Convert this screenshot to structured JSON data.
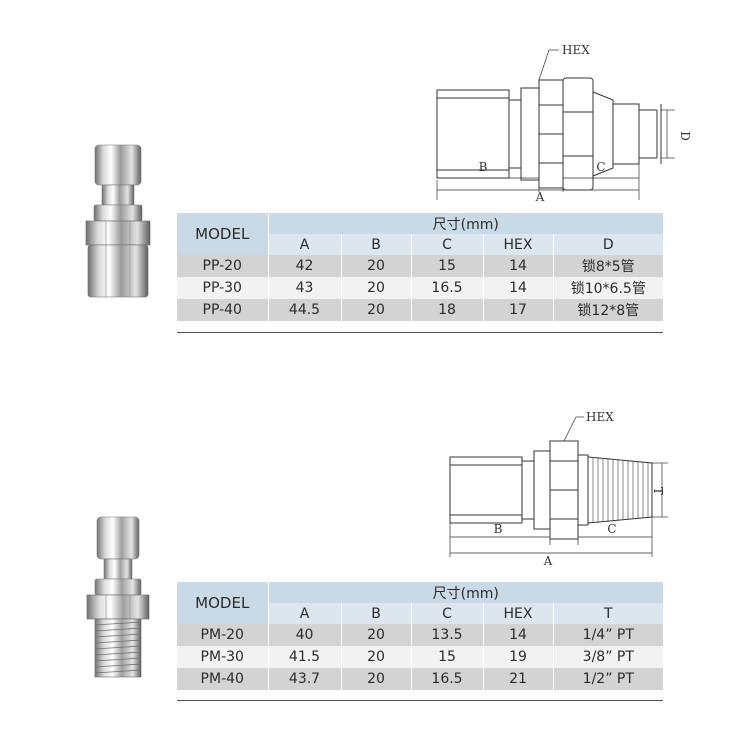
{
  "top": {
    "drawing": {
      "hex_label": "HEX",
      "dim_b": "B",
      "dim_a": "A",
      "dim_c": "C",
      "dim_d": "D"
    },
    "table": {
      "model_header": "MODEL",
      "group_header": "尺寸(mm)",
      "columns": [
        "A",
        "B",
        "C",
        "HEX",
        "D"
      ],
      "rows": [
        {
          "model": "PP-20",
          "a": "42",
          "b": "20",
          "c": "15",
          "hex": "14",
          "last": "锁8*5管"
        },
        {
          "model": "PP-30",
          "a": "43",
          "b": "20",
          "c": "16.5",
          "hex": "14",
          "last": "锁10*6.5管"
        },
        {
          "model": "PP-40",
          "a": "44.5",
          "b": "20",
          "c": "18",
          "hex": "17",
          "last": "锁12*8管"
        }
      ]
    }
  },
  "bottom": {
    "drawing": {
      "hex_label": "HEX",
      "dim_b": "B",
      "dim_a": "A",
      "dim_c": "C",
      "dim_t": "T"
    },
    "table": {
      "model_header": "MODEL",
      "group_header": "尺寸(mm)",
      "columns": [
        "A",
        "B",
        "C",
        "HEX",
        "T"
      ],
      "rows": [
        {
          "model": "PM-20",
          "a": "40",
          "b": "20",
          "c": "13.5",
          "hex": "14",
          "last": "1/4” PT"
        },
        {
          "model": "PM-30",
          "a": "41.5",
          "b": "20",
          "c": "15",
          "hex": "19",
          "last": "3/8” PT"
        },
        {
          "model": "PM-40",
          "a": "43.7",
          "b": "20",
          "c": "16.5",
          "hex": "21",
          "last": "1/2” PT"
        }
      ]
    }
  }
}
